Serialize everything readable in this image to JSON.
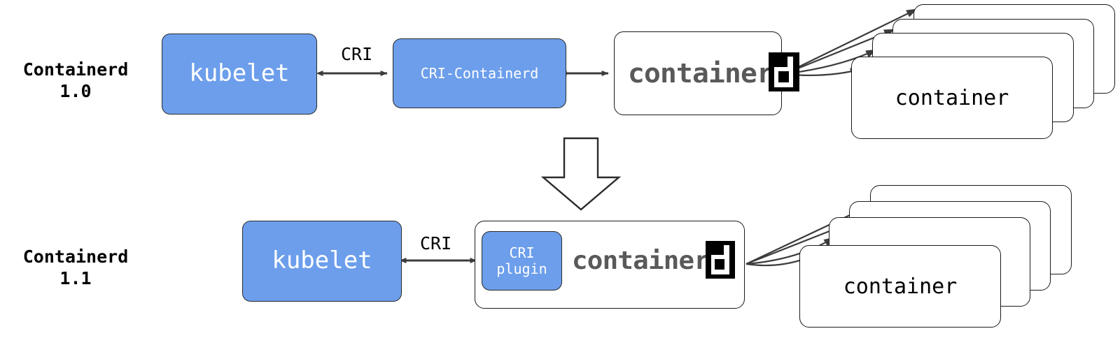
{
  "diagram": {
    "title": "Containerd CRI architecture 1.0 vs 1.1",
    "colors": {
      "blue_fill": "#6c9eeb",
      "box_stroke": "#1a1a1a",
      "arrow": "#3c3c3c",
      "logo_gray": "#595959",
      "logo_black": "#000000",
      "white": "#ffffff"
    },
    "rows": [
      {
        "label": "Containerd\n1.0",
        "nodes": {
          "kubelet": "kubelet",
          "cri_containerd": "CRI-Containerd",
          "containerd_logo_word": "container",
          "containerd_logo_mark": "d",
          "container": "container"
        },
        "edges": [
          {
            "label": "CRI",
            "from": "kubelet",
            "to": "cri-containerd",
            "arrow": "both"
          },
          {
            "label": "",
            "from": "cri-containerd",
            "to": "containerd",
            "arrow": "both"
          },
          {
            "label": "",
            "from": "containerd",
            "to": "containers",
            "arrow": "to",
            "count": 4
          }
        ],
        "container_stack_count": 4
      },
      {
        "label": "Containerd\n1.1",
        "nodes": {
          "kubelet": "kubelet",
          "cri_plugin": "CRI\nplugin",
          "containerd_logo_word": "container",
          "containerd_logo_mark": "d",
          "container": "container"
        },
        "edges": [
          {
            "label": "CRI",
            "from": "kubelet",
            "to": "cri-plugin",
            "arrow": "both"
          },
          {
            "label": "",
            "from": "containerd",
            "to": "containers",
            "arrow": "to",
            "count": 4
          }
        ],
        "container_stack_count": 4
      }
    ],
    "transition": {
      "icon": "down-arrow",
      "label": ""
    }
  }
}
